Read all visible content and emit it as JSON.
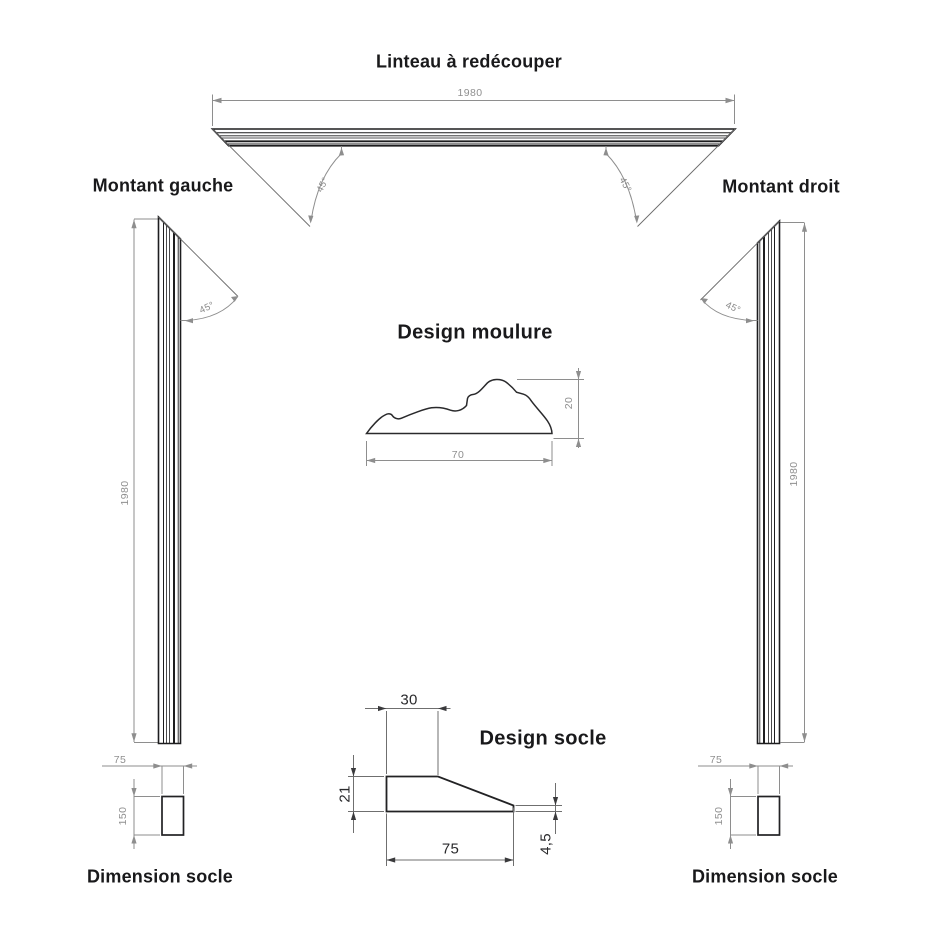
{
  "lintel": {
    "title": "Linteau à redécouper",
    "length": "1980",
    "angle_left": "45°",
    "angle_right": "45°"
  },
  "montant_gauche": {
    "title": "Montant gauche",
    "length": "1980",
    "angle": "45°"
  },
  "montant_droit": {
    "title": "Montant droit",
    "length": "1980",
    "angle": "45°"
  },
  "moulure": {
    "title": "Design moulure",
    "width": "70",
    "height": "20"
  },
  "socle": {
    "title": "Design socle",
    "top_width": "30",
    "left_height": "21",
    "bottom_width": "75",
    "right_height": "4,5"
  },
  "socle_left": {
    "title": "Dimension socle",
    "width": "75",
    "height": "150"
  },
  "socle_right": {
    "title": "Dimension socle",
    "width": "75",
    "height": "150"
  },
  "colors": {
    "background": "#ffffff",
    "shape_line": "#1d1d1f",
    "dim_line": "#8e8e8e",
    "dim_line_dark": "#6f6f6f",
    "dim_text": "#8f8f8f",
    "dim_text_dark": "#2a2a2c",
    "label_text": "#19191b"
  }
}
